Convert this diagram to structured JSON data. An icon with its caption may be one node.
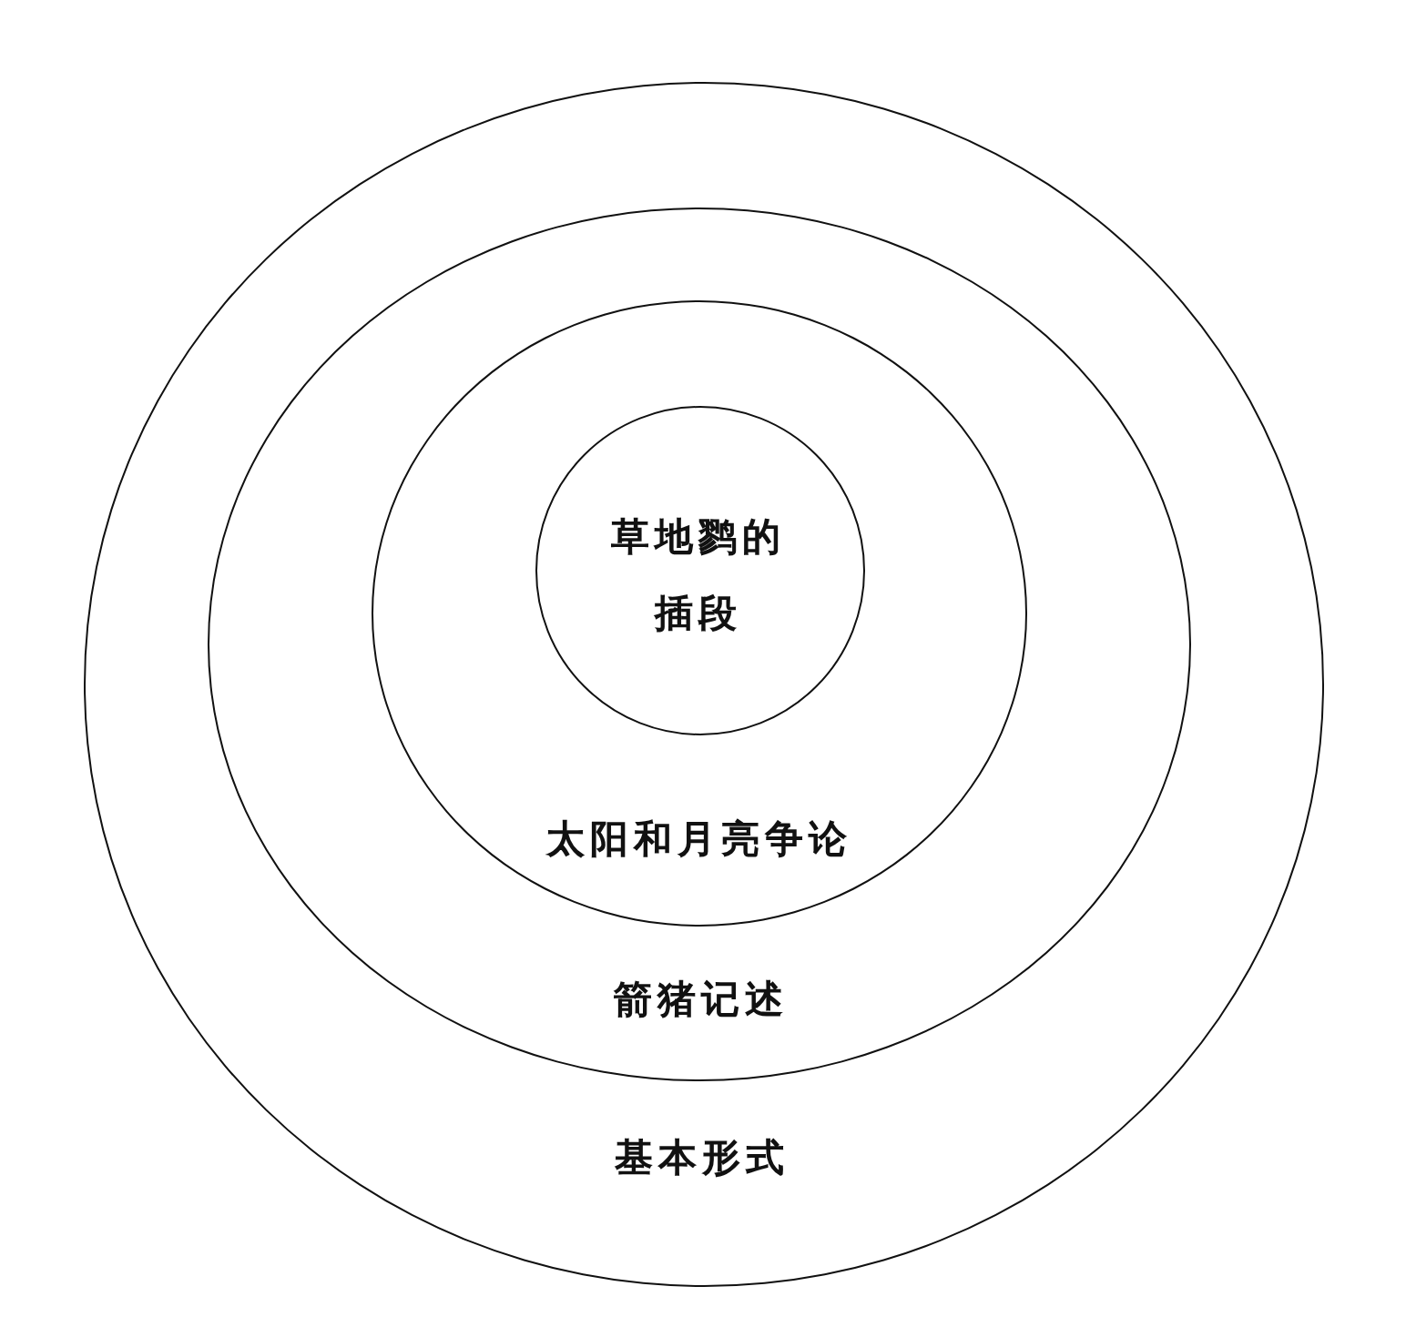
{
  "diagram": {
    "nodes": [
      {
        "text": [
          "基本形式"
        ]
      },
      {
        "text": [
          "箭猪记述"
        ],
        "in": 0
      },
      {
        "text": [
          "太阳和月亮争论"
        ],
        "in": 1
      },
      {
        "text": [
          "草地鹨的插段"
        ],
        "in": 2
      }
    ]
  }
}
